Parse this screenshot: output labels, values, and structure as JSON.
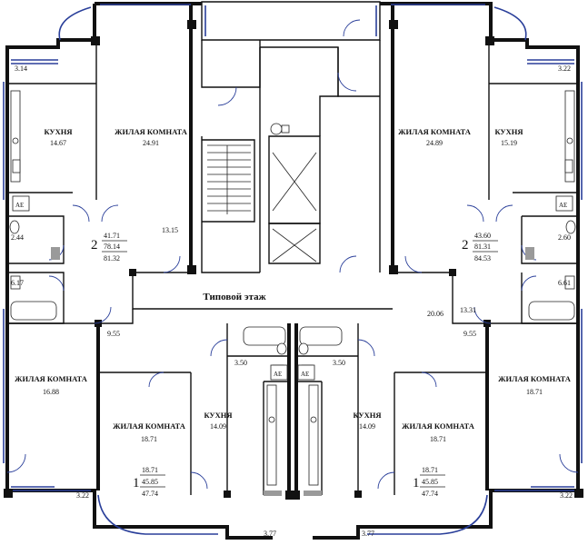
{
  "title": "Типовой этаж",
  "rooms": {
    "kitchen_tl": "КУХНЯ",
    "kitchen_tl_area": "14.67",
    "living_tl": "ЖИЛАЯ КОМНАТА",
    "living_tl_area": "24.91",
    "living_tr": "ЖИЛАЯ КОМНАТА",
    "living_tr_area": "24.89",
    "kitchen_tr": "КУХНЯ",
    "kitchen_tr_area": "15.19",
    "living_bl": "ЖИЛАЯ КОМНАТА",
    "living_bl_area": "16.88",
    "living_bcl": "ЖИЛАЯ КОМНАТА",
    "living_bcl_area": "18.71",
    "kitchen_bcl": "КУХНЯ",
    "kitchen_bcl_area": "14.09",
    "kitchen_bcr": "КУХНЯ",
    "kitchen_bcr_area": "14.09",
    "living_bcr": "ЖИЛАЯ КОМНАТА",
    "living_bcr_area": "18.71",
    "living_br": "ЖИЛАЯ КОМНАТА",
    "living_br_area": "18.71"
  },
  "small_areas": {
    "a_314": "3.14",
    "a_322_tr": "3.22",
    "a_244": "2.44",
    "a_617": "6.17",
    "a_1315": "13.15",
    "a_260": "2.60",
    "a_661": "6.61",
    "a_2006": "20.06",
    "a_1331": "13.31",
    "a_955_l": "9.55",
    "a_955_r": "9.55",
    "a_350_l": "3.50",
    "a_350_r": "3.50",
    "a_322_bl": "3.22",
    "a_322_br": "3.22",
    "a_377_l": "3.77",
    "a_377_r": "3.77"
  },
  "apartments": {
    "apt_tl": {
      "rooms": "2",
      "living": "41.71",
      "total": "78.14",
      "with_balcony": "81.32"
    },
    "apt_tr": {
      "rooms": "2",
      "living": "43.60",
      "total": "81.31",
      "with_balcony": "84.53"
    },
    "apt_bl": {
      "rooms": "1",
      "living": "18.71",
      "total": "45.85",
      "with_balcony": "47.74"
    },
    "apt_br": {
      "rooms": "1",
      "living": "18.71",
      "total": "45.85",
      "with_balcony": "47.74"
    }
  },
  "fixture_labels": {
    "shaft": "АЕ"
  }
}
